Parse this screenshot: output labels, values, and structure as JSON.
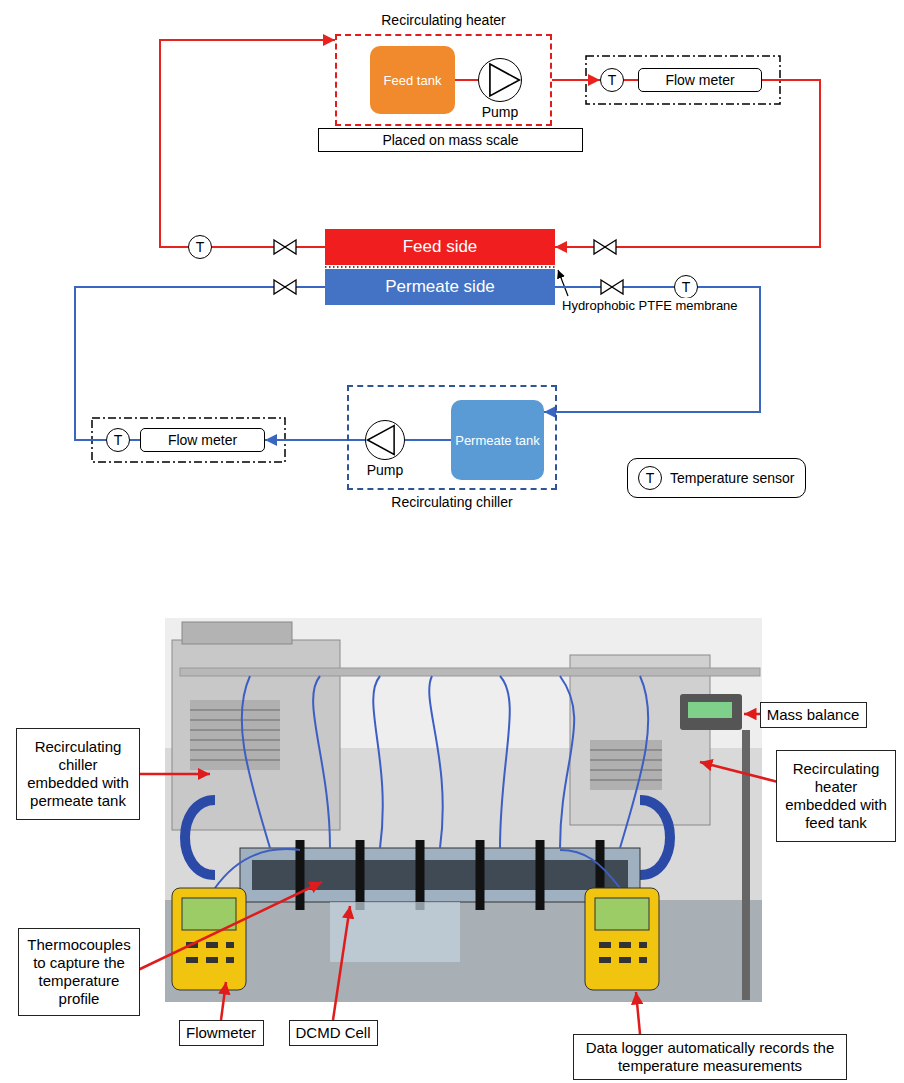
{
  "diagram": {
    "nodes": [
      {
        "text": [
          "Recirculating heater"
        ]
      },
      {
        "text": [
          "Feed tank"
        ],
        "in": 0
      },
      {
        "text": [
          "Pump"
        ],
        "in": 0
      },
      {
        "text": [
          "Placed on mass scale"
        ]
      },
      {
        "text": [
          "T"
        ]
      },
      {
        "text": [
          "Flow meter"
        ]
      },
      {
        "text": [
          "T"
        ]
      },
      {
        "text": [
          "Feed side"
        ]
      },
      {
        "text": [
          "Permeate side"
        ]
      },
      {
        "text": [
          "T"
        ]
      },
      {
        "text": [
          "T"
        ]
      },
      {
        "text": [
          "Flow meter"
        ]
      },
      {
        "text": [
          "Recirculating chiller"
        ]
      },
      {
        "text": [
          "Pump"
        ],
        "in": 12
      },
      {
        "text": [
          "Permeate tank"
        ],
        "in": 12
      },
      {
        "text": [
          "Mass balance"
        ]
      },
      {
        "text": [
          "Recirculating chiller embedded with permeate tank"
        ]
      },
      {
        "text": [
          "Recirculating heater embedded with feed tank"
        ]
      },
      {
        "text": [
          "Thermocouples to capture the temperature profile"
        ]
      },
      {
        "text": [
          "Flowmeter"
        ]
      },
      {
        "text": [
          "DCMD Cell"
        ]
      },
      {
        "text": [
          "Data logger automatically records the temperature measurements"
        ]
      }
    ],
    "edges": [
      {
        "from": 0,
        "to": 4,
        "arrow": "to"
      },
      {
        "from": 4,
        "to": 5,
        "arrow": "none"
      },
      {
        "from": 5,
        "to": 7,
        "arrow": "to"
      },
      {
        "from": 7,
        "to": 6,
        "arrow": "none"
      },
      {
        "from": 6,
        "to": 0,
        "arrow": "to"
      },
      {
        "from": 1,
        "to": 2,
        "arrow": "none"
      },
      {
        "from": 8,
        "to": 9,
        "arrow": "none"
      },
      {
        "from": 9,
        "to": 14,
        "arrow": "to"
      },
      {
        "from": 14,
        "to": 13,
        "arrow": "none"
      },
      {
        "from": 13,
        "to": 11,
        "arrow": "to"
      },
      {
        "from": 10,
        "to": 11,
        "arrow": "none"
      },
      {
        "from": 10,
        "to": 8,
        "arrow": "none"
      }
    ],
    "labels": [
      "Hydrophobic PTFE membrane",
      "T"
    ],
    "legend": [
      {
        "text": "Temperature sensor"
      }
    ]
  }
}
